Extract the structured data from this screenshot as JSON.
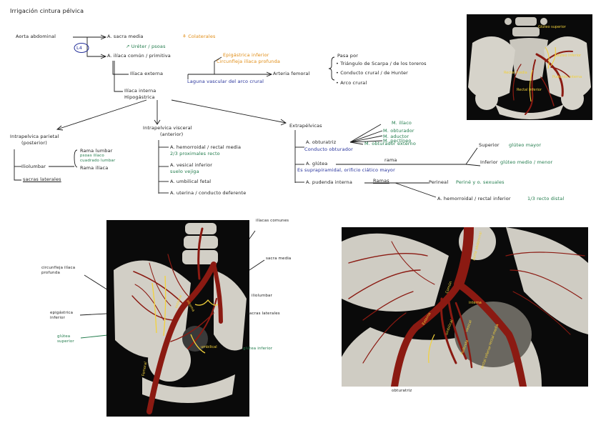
{
  "title": "Irrigación cintura pélvica",
  "colors": {
    "black": "#1a1a1a",
    "green": "#1f7a4a",
    "orange": "#e08b12",
    "blue": "#24309a",
    "artery": "#8b1a12",
    "bone": "#d8d6cf"
  },
  "tree": {
    "aorta": "Aorta abdominal",
    "l4": "L4",
    "sacra_media": "A. sacra media",
    "colaterales": "⚘ Colaterales",
    "ureter": "↗ Uréter / psoas",
    "iliaca_comun": "A. ilíaca común / primitiva",
    "iliaca_externa": "Ilíaca externa",
    "epigastrica": "Epigástrica inferior",
    "circunfleja": "Circunfleja ilíaca profunda",
    "laguna": "Laguna vascular del arco crural",
    "arteria_femoral": "Arteria femoral",
    "pasa_por": "Pasa por",
    "pasa_items": [
      "• Triángulo de Scarpa / de los toreros",
      "• Conducto crural / de Hunter",
      "• Arco crural"
    ],
    "iliaca_interna": "Ilíaca interna",
    "hipogastrica": "Hipogástrica",
    "intra_parietal": "Intrapelvica parietal",
    "posterior": "(posterior)",
    "iliolumbar": "Iliolumbar",
    "rama_lumbar": "Rama lumbar",
    "psoas_iliaco": "psoas ilíaco",
    "cuadrado_lumbar": "cuadrado lumbar",
    "rama_iliaca": "Rama ilíaca",
    "sacras_laterales": "sacras laterales",
    "intra_visceral": "Intrapelvica visceral",
    "anterior": "(anterior)",
    "hemorroidal": "A. hemorroidal / rectal media",
    "tercio_recto": "2/3 proximales recto",
    "vesical": "A. vesical inferior",
    "suelo_vejiga": "suelo vejiga",
    "umbilical": "A. umbilical fetal",
    "uterina": "A. uterina / conducto deferente",
    "extrapelvicas": "Extrapélvicas",
    "obturatriz": "A. obturatriz",
    "conducto_obturador": "Conducto obturador",
    "m_items": [
      "M. ilíaco",
      "M. obturador",
      "M. aductor",
      "M. pectíneo",
      "M. obturador externo"
    ],
    "rama": "rama",
    "superior": "Superior",
    "gluteo_mayor": "glúteo mayor",
    "inferior": "Inferior",
    "gluteo_medio": "glúteo medio / menor",
    "glutea": "A. glútea",
    "suprapiramidal": "Es suprapiramidal, orificio ciático mayor",
    "pudenda": "A. pudenda interna",
    "ramas": "Ramas",
    "perineal": "Perineal",
    "perineo": "Periné y o. sexuales",
    "hemorroidal_inf": "A. hemorroidal / rectal inferior",
    "tercio_distal": "1/3 recto distal"
  },
  "img1_labels": [
    "Glúteo superior",
    "Glúteo inferior",
    "Rectal media",
    "Rectal inferior",
    "Pudenda interna"
  ],
  "img2": {
    "left_labels": [
      "circunfleja ilíaca profunda",
      "epigástrica inferior",
      "glútea superior"
    ],
    "right_labels": [
      "ilíacas comunes",
      "sacra media",
      "iliolumbar",
      "sacras laterales",
      "glútea inferior"
    ],
    "yellow_labels": [
      "externa",
      "interna",
      "umbilical",
      "Femoral"
    ]
  },
  "img3": {
    "labels": [
      "Aorta abdominal",
      "Común",
      "Externa",
      "interna",
      "umbilical",
      "vesical",
      "rectal media",
      "Pudenda",
      "rectal inferior"
    ],
    "obturatriz": "obturatriz"
  }
}
